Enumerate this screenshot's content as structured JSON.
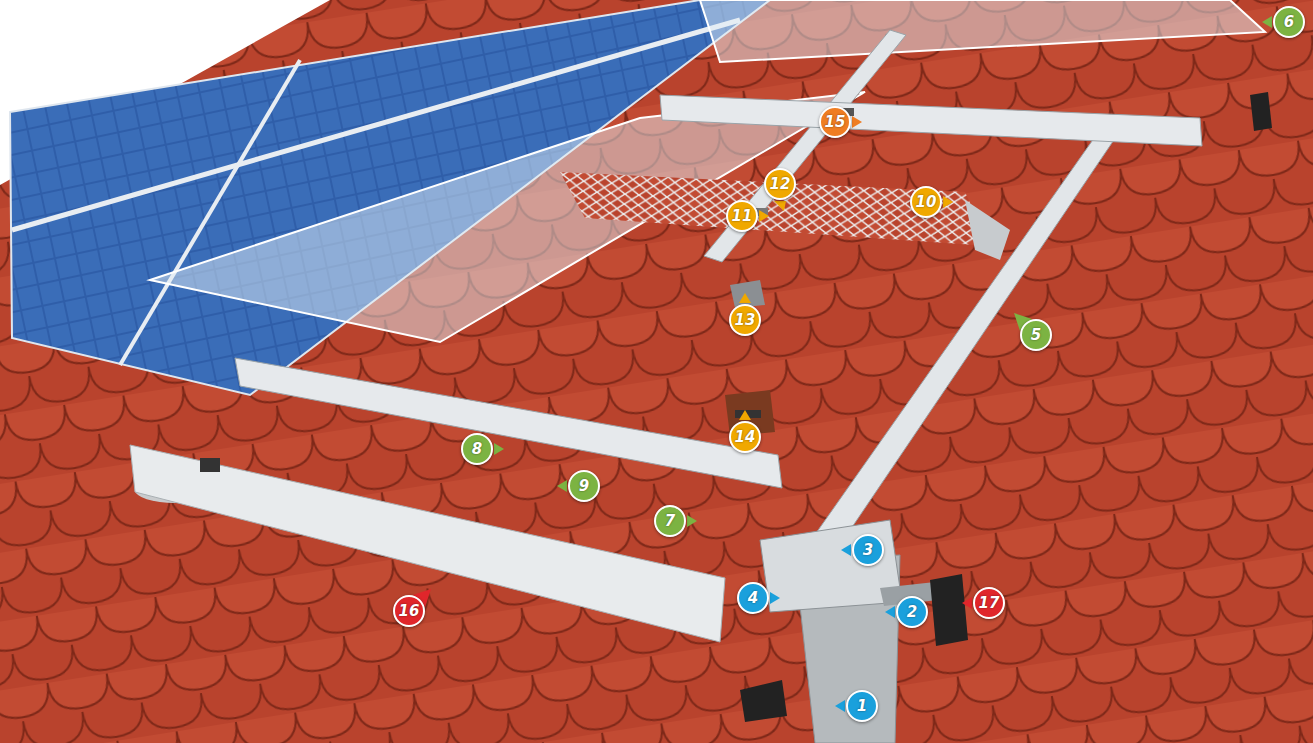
{
  "diagram": {
    "nodes": [
      {
        "text": [
          "1"
        ]
      },
      {
        "text": [
          "2"
        ]
      },
      {
        "text": [
          "3"
        ]
      },
      {
        "text": [
          "4"
        ]
      },
      {
        "text": [
          "5"
        ]
      },
      {
        "text": [
          "6"
        ]
      },
      {
        "text": [
          "7"
        ]
      },
      {
        "text": [
          "8"
        ]
      },
      {
        "text": [
          "9"
        ]
      },
      {
        "text": [
          "10"
        ]
      },
      {
        "text": [
          "11"
        ]
      },
      {
        "text": [
          "12"
        ]
      },
      {
        "text": [
          "13"
        ]
      },
      {
        "text": [
          "14"
        ]
      },
      {
        "text": [
          "15"
        ]
      },
      {
        "text": [
          "16"
        ]
      },
      {
        "text": [
          "17"
        ]
      }
    ]
  }
}
